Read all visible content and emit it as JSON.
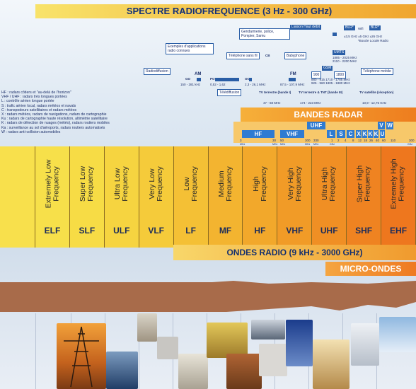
{
  "title": "SPECTRE RADIOFREQUENCE (3 Hz - 300 GHz)",
  "services": {
    "liaison": "Liaison Haut débit",
    "blr1": "BLR*",
    "wifi": "Wifi",
    "blr2": "BLR*",
    "blr_freqs": "±3,5 GHz   ±5 GHz   ±26 GHz",
    "blr_note": "*Boucle Locale Radio",
    "gendarmerie": "Gendarmerie, police, Pompier, Samu",
    "exemples": "Exemples d'applications radio connues",
    "telephone": "Téléphone sans fil",
    "cb": "CB",
    "babyphone": "Babyphone",
    "umts": "UMTS",
    "umts_f1": "1885 - 2025 MHz",
    "umts_f2": "2110 - 2200 MHz",
    "gsm": "GSM",
    "gsm_900": "900",
    "gsm_1800": "1800",
    "gsm_f1": "880 - 915    1710 - 1785 MHz",
    "gsm_f2": "925 - 960    1805 - 1880 MHz",
    "telephonie_mobile": "Téléphone mobile",
    "radiodiffusion": "Radiodiffusion",
    "am": "AM",
    "go": "GO",
    "po": "PO",
    "oc": "OC",
    "fm": "FM",
    "go_f": "150 - 281 kHz",
    "po_f": "0,52 - 1,62",
    "oc_f": "2,3 - 26,1 MHz",
    "fm_f": "87,5 - 107,9 MHz",
    "teledif": "Télédiffusion",
    "tv1": "TV terrestre (bande I)",
    "tv1_f": "47 - 68 MHz",
    "tv3": "TV terrestre & TNT (bande III)",
    "tv3_f": "174 - 223 MHz",
    "tvsat": "TV satellite (réception)",
    "tvsat_f": "10,9 - 12,75 GHz"
  },
  "legend": [
    "HF : radars côtiers et \"au-delà de l'horizon\"",
    "VHF / UHF : radars très longues portées",
    "L : contrôle aérien longue portée",
    "S : trafic aérien local, radars météos et navals",
    "C : transpodeurs satellitaires et radars météos",
    "X : radars météos, radars de navigations, radars de cartographie",
    "Ku : radars de cartographie haute résolution, altimétrie satellitaire",
    "K : radars de détection de nuages (météo), radars routiers mobiles",
    "Ka : surveillance au sol d'aéroports, radars routiers automatisés",
    "W : radars anti-collision automobiles"
  ],
  "bandes_radar": {
    "title": "BANDES RADAR",
    "boxes": [
      "HF",
      "VHF",
      "UHF",
      "L",
      "S",
      "C",
      "X",
      "K",
      "K",
      "K",
      "U",
      "V",
      "W"
    ]
  },
  "scale_labels": [
    "3",
    "30",
    "50",
    "300",
    "330",
    "1",
    "2",
    "4",
    "8",
    "12",
    "18",
    "26",
    "40",
    "60",
    "110",
    "300"
  ],
  "scale_units": [
    "MHz",
    "MHz",
    "MHz",
    "MHz",
    "MHz",
    "GHz",
    "GHz",
    "GHz",
    "GHz",
    "GHz",
    "GHz",
    "GHz",
    "GHz",
    "GHz",
    "GHz",
    "GHz"
  ],
  "bands": [
    {
      "name": "Extremely Low Frequency",
      "abbr": "ELF",
      "color": "#f7e04a"
    },
    {
      "name": "Super Low Frequency",
      "abbr": "SLF",
      "color": "#f7dc45"
    },
    {
      "name": "Ultra Low Frequency",
      "abbr": "ULF",
      "color": "#f6d440"
    },
    {
      "name": "Very Low Frequency",
      "abbr": "VLF",
      "color": "#f5cb3a"
    },
    {
      "name": "Low Frequency",
      "abbr": "LF",
      "color": "#f4c035"
    },
    {
      "name": "Medium Frequency",
      "abbr": "MF",
      "color": "#f3b430"
    },
    {
      "name": "High Frequency",
      "abbr": "HF",
      "color": "#f2a82b"
    },
    {
      "name": "Very High Frequency",
      "abbr": "VHF",
      "color": "#f19b27"
    },
    {
      "name": "Ultra High Frequency",
      "abbr": "UHF",
      "color": "#f08f24"
    },
    {
      "name": "Super High Frequency",
      "abbr": "SHF",
      "color": "#ef8321"
    },
    {
      "name": "Extremely High Frequency",
      "abbr": "EHF",
      "color": "#ee771e"
    }
  ],
  "ondes_radio": "ONDES RADIO (9 kHz - 3000 GHz)",
  "micro_ondes": "MICRO-ONDES"
}
